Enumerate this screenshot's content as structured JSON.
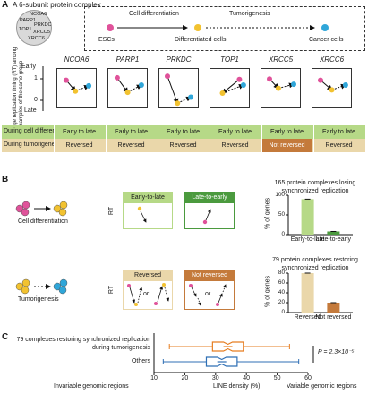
{
  "panel_a": {
    "letter": "A",
    "caption": "A 6-subunit protein complex",
    "complex_proteins": [
      "NCOA6",
      "PARP1",
      "PRKDC",
      "TOP1",
      "XRCC5",
      "XRCC6"
    ],
    "flow": {
      "step1": "Cell differentiation",
      "step2": "Tumorigenesis",
      "cell_types": [
        "ESCs",
        "Differentiated cells",
        "Cancer cells"
      ]
    },
    "y_axis_label": "Average replication timing (RT) among samples of the same group",
    "y_top": "Early",
    "y_bottom": "Late",
    "y_ticks": [
      "1",
      "0"
    ],
    "genes": [
      "NCOA6",
      "PARP1",
      "PRKDC",
      "TOP1",
      "XRCC5",
      "XRCC6"
    ],
    "row1_label": "During cell differentiation",
    "row2_label": "During tumorigenesis",
    "row1_values": [
      "Early to late",
      "Early to late",
      "Early to late",
      "Early to late",
      "Early to late",
      "Early to late"
    ],
    "row2_values": [
      "Reversed",
      "Reversed",
      "Reversed",
      "Reversed",
      "Not reversed",
      "Reversed"
    ]
  },
  "panel_b": {
    "letter": "B",
    "diff_label": "Cell differentiation",
    "tumor_label": "Tumorigenesis",
    "rt": "RT",
    "box_e2l": "Early-to-late",
    "box_l2e": "Late-to-early",
    "box_rev": "Reversed",
    "box_notrev": "Not reversed",
    "or_text": "or",
    "chart1_title": "165 protein complexes losing synchronized replication",
    "chart2_title": "79 protein complexes restoring synchronized replication",
    "ylabel": "% of genes"
  },
  "panel_c": {
    "letter": "C",
    "row1_label": "79 complexes restoring synchronized replication during tumorigenesis",
    "row2_label": "Others",
    "pvalue": "P = 2.3×10⁻⁵",
    "xlabel": "LINE density (%)",
    "left_note": "Invariable genomic regions",
    "right_note": "Variable genomic regions",
    "ticks": [
      "10",
      "20",
      "30",
      "40",
      "50",
      "60"
    ]
  },
  "chart_data": [
    {
      "type": "bar",
      "title": "165 protein complexes losing synchronized replication",
      "categories": [
        "Early-to-late",
        "Late-to-early"
      ],
      "values": [
        90,
        8
      ],
      "ylabel": "% of genes",
      "ylim": [
        0,
        100
      ],
      "yticks": [
        0,
        50,
        100
      ],
      "colors": [
        "#b6d987",
        "#4b9a3e"
      ]
    },
    {
      "type": "bar",
      "title": "79 protein complexes restoring synchronized replication",
      "categories": [
        "Reversed",
        "Not reversed"
      ],
      "values": [
        80,
        20
      ],
      "ylabel": "% of genes",
      "ylim": [
        0,
        80
      ],
      "yticks": [
        0,
        20,
        40,
        60,
        80
      ],
      "colors": [
        "#ead7aa",
        "#c47a3b"
      ]
    },
    {
      "type": "box",
      "xlabel": "LINE density (%)",
      "xlim": [
        10,
        60
      ],
      "series": [
        {
          "name": "79 complexes restoring synchronized replication during tumorigenesis",
          "min": 15,
          "q1": 29,
          "median": 34,
          "q3": 39,
          "max": 54,
          "color": "#e67e22"
        },
        {
          "name": "Others",
          "min": 13,
          "q1": 27,
          "median": 32,
          "q3": 37,
          "max": 57,
          "color": "#2f6fb5"
        }
      ]
    }
  ]
}
